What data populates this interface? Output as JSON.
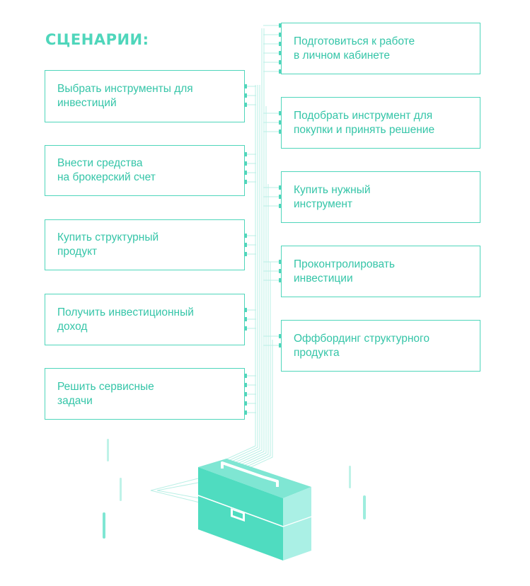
{
  "title": "СЦЕНАРИИ:",
  "colors": {
    "accent": "#4fd6bb",
    "text": "#35c5a8",
    "case_front": "#4fdcc0",
    "case_top": "#7fe6d3",
    "case_side": "#aaf0e5"
  },
  "left_scenarios": [
    {
      "label": "Выбрать инструменты для\nинвестиций"
    },
    {
      "label": "Внести средства\nна брокерский счет"
    },
    {
      "label": "Купить структурный\nпродукт"
    },
    {
      "label": "Получить инвестиционный\nдоход"
    },
    {
      "label": "Решить сервисные\nзадачи"
    }
  ],
  "right_scenarios": [
    {
      "label": "Подготовиться к работе\nв личном кабинете"
    },
    {
      "label": "Подобрать инструмент для\nпокупки и принять решение"
    },
    {
      "label": "Купить нужный\nинструмент"
    },
    {
      "label": "Проконтролировать\nинвестиции"
    },
    {
      "label": "Оффбординг структурного\nпродукта"
    }
  ],
  "illustration": {
    "icon": "briefcase-icon"
  }
}
